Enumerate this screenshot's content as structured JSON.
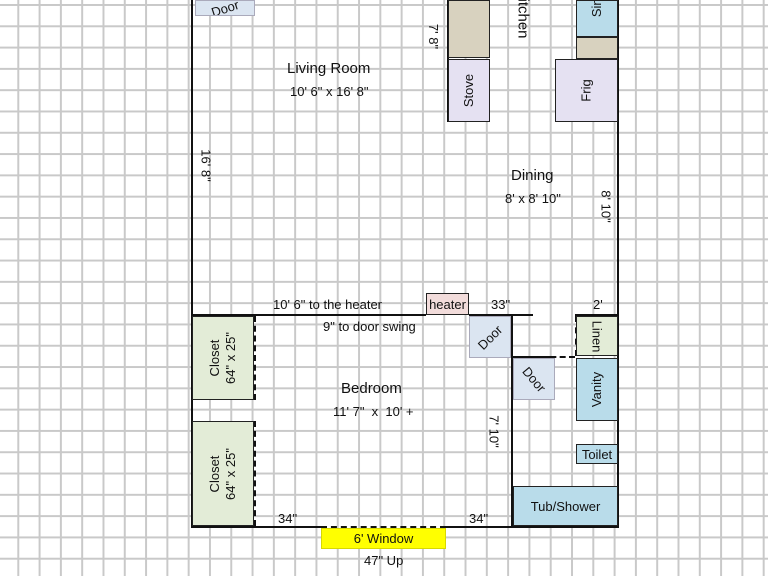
{
  "rooms": {
    "living_room": {
      "name": "Living Room",
      "size": "10' 6\" x 16' 8\""
    },
    "dining": {
      "name": "Dining",
      "size": "8' x 8' 10\""
    },
    "bedroom": {
      "name": "Bedroom",
      "size": "11' 7\"  x  10' +"
    },
    "kitchen": {
      "name": "Kitchen"
    }
  },
  "fixtures": {
    "stove": "Stove",
    "frig": "Frig",
    "sink": "Sink",
    "heater": "heater",
    "door_top": "Door",
    "door_bedroom": "Door",
    "door_bath": "Door",
    "linen": "Linen",
    "vanity": "Vanity",
    "toilet": "Toilet",
    "tub_shower": "Tub/Shower",
    "closet_top": {
      "name": "Closet",
      "size": "64\" x 25\""
    },
    "closet_bottom": {
      "name": "Closet",
      "size": "64\" x 25\""
    },
    "window": "6' Window"
  },
  "dimensions": {
    "living_height": "16' 8\"",
    "dining_height": "8' 10\"",
    "kitchen_width": "7' 8\"",
    "to_heater": "10' 6\" to the heater",
    "heater_gap": "33\"",
    "linen_gap": "2'",
    "door_swing": "9\" to door swing",
    "bedroom_depth": "7' 10\"",
    "window_left": "34\"",
    "window_right": "34\"",
    "window_height": "47\" Up"
  },
  "colors": {
    "wall": "#111111",
    "grid": "#c9c9c9",
    "closet": "#e3ecd7",
    "counter": "#d8d2bf",
    "appliance": "#e5e1f2",
    "bath_fixture": "#b9dcea",
    "door": "#dbe5f1",
    "heater": "#f2dcdb",
    "window": "#ffff00"
  }
}
